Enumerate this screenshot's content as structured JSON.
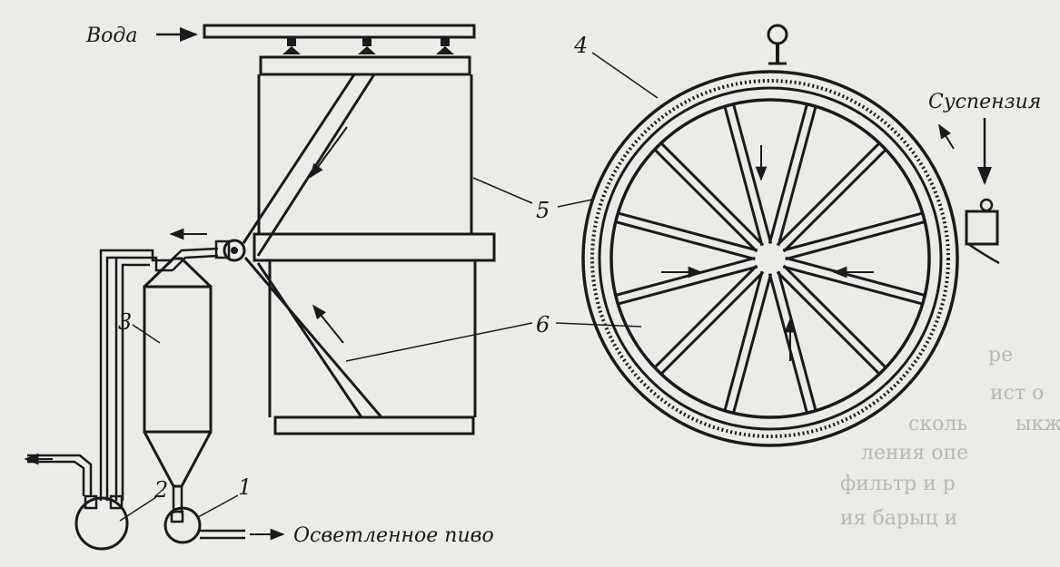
{
  "labels": {
    "water": "Вода",
    "suspension": "Суспензия",
    "clarified_beer": "Осветленное пиво",
    "n1": "1",
    "n2": "2",
    "n3": "3",
    "n4": "4",
    "n5": "5",
    "n6": "6"
  },
  "bleed_text": [
    "ре",
    "ист о",
    "сколь",
    "ыкж",
    "ления опе",
    "фильтр и р",
    "ия барыц и"
  ],
  "colors": {
    "ink": "#1a1a1a",
    "paper": "#ecebe8",
    "bleed": "#b9b7b2"
  }
}
